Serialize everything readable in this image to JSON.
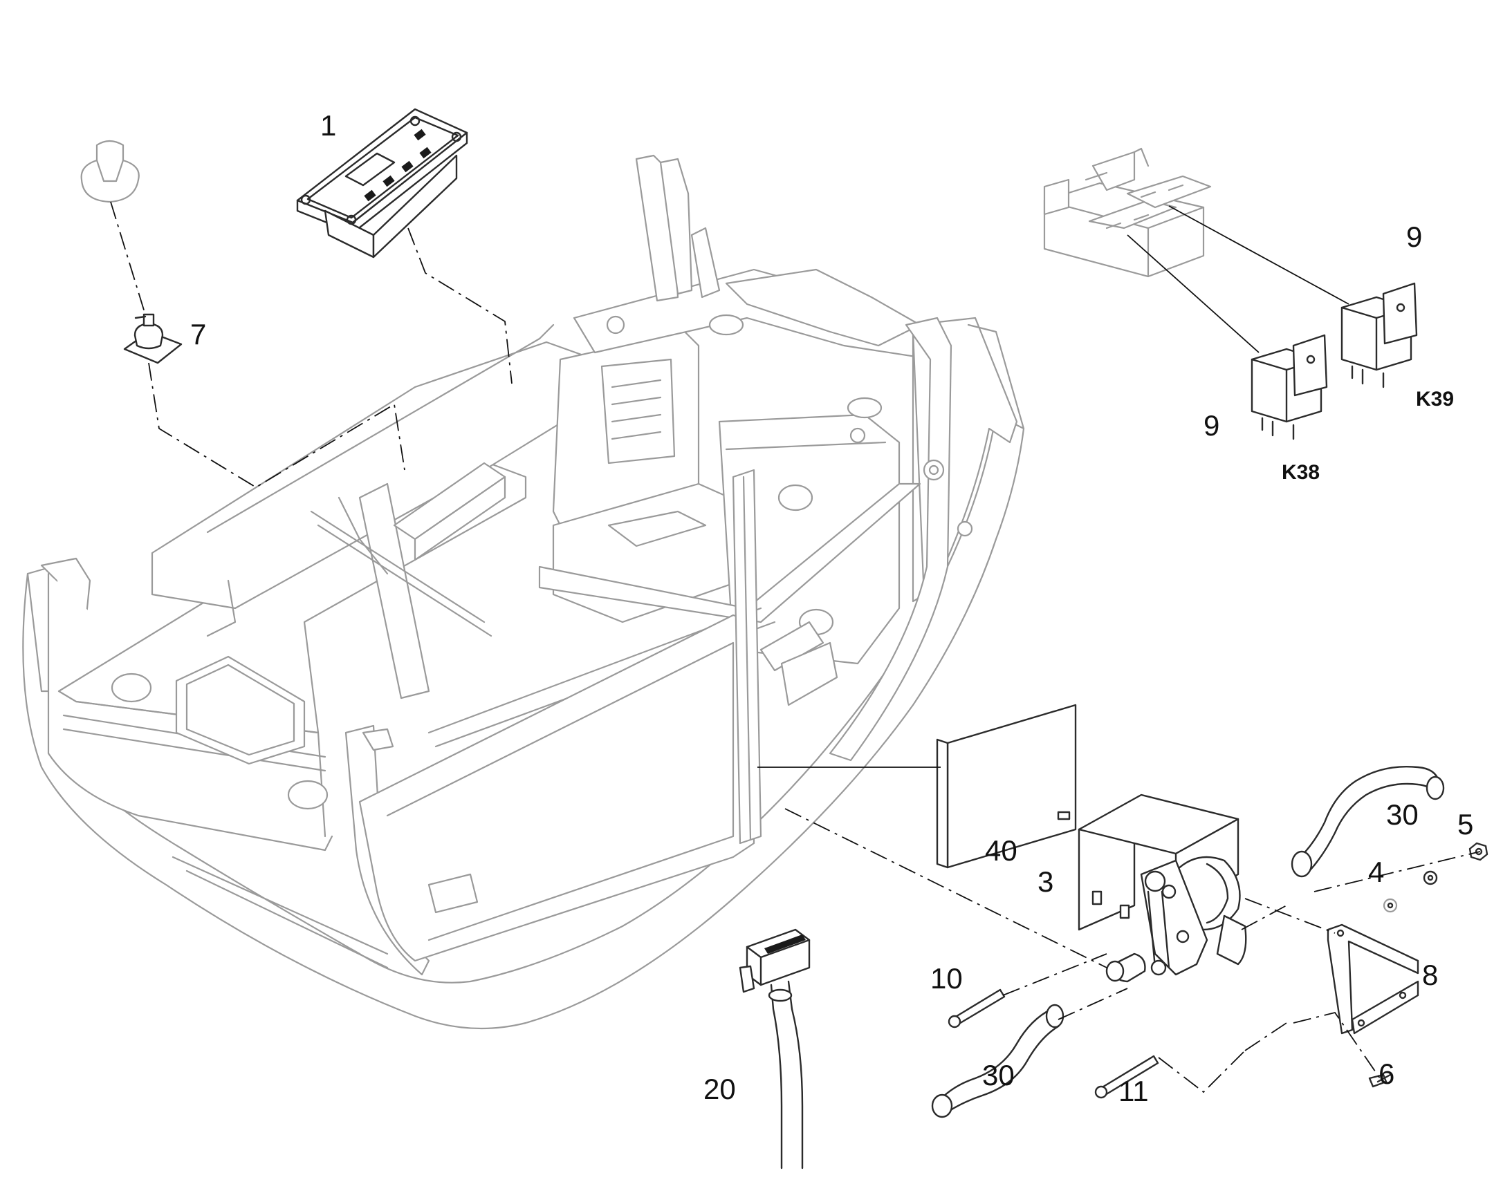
{
  "diagram": {
    "callouts": [
      {
        "id": "c1",
        "text": "1"
      },
      {
        "id": "c7",
        "text": "7"
      },
      {
        "id": "c9a",
        "text": "9"
      },
      {
        "id": "c9b",
        "text": "9"
      },
      {
        "id": "k39",
        "text": "K39"
      },
      {
        "id": "k38",
        "text": "K38"
      },
      {
        "id": "c40",
        "text": "40"
      },
      {
        "id": "c3",
        "text": "3"
      },
      {
        "id": "c30a",
        "text": "30"
      },
      {
        "id": "c5",
        "text": "5"
      },
      {
        "id": "c4",
        "text": "4"
      },
      {
        "id": "c8",
        "text": "8"
      },
      {
        "id": "c10",
        "text": "10"
      },
      {
        "id": "c30b",
        "text": "30"
      },
      {
        "id": "c11",
        "text": "11"
      },
      {
        "id": "c6",
        "text": "6"
      },
      {
        "id": "c20",
        "text": "20"
      }
    ]
  }
}
